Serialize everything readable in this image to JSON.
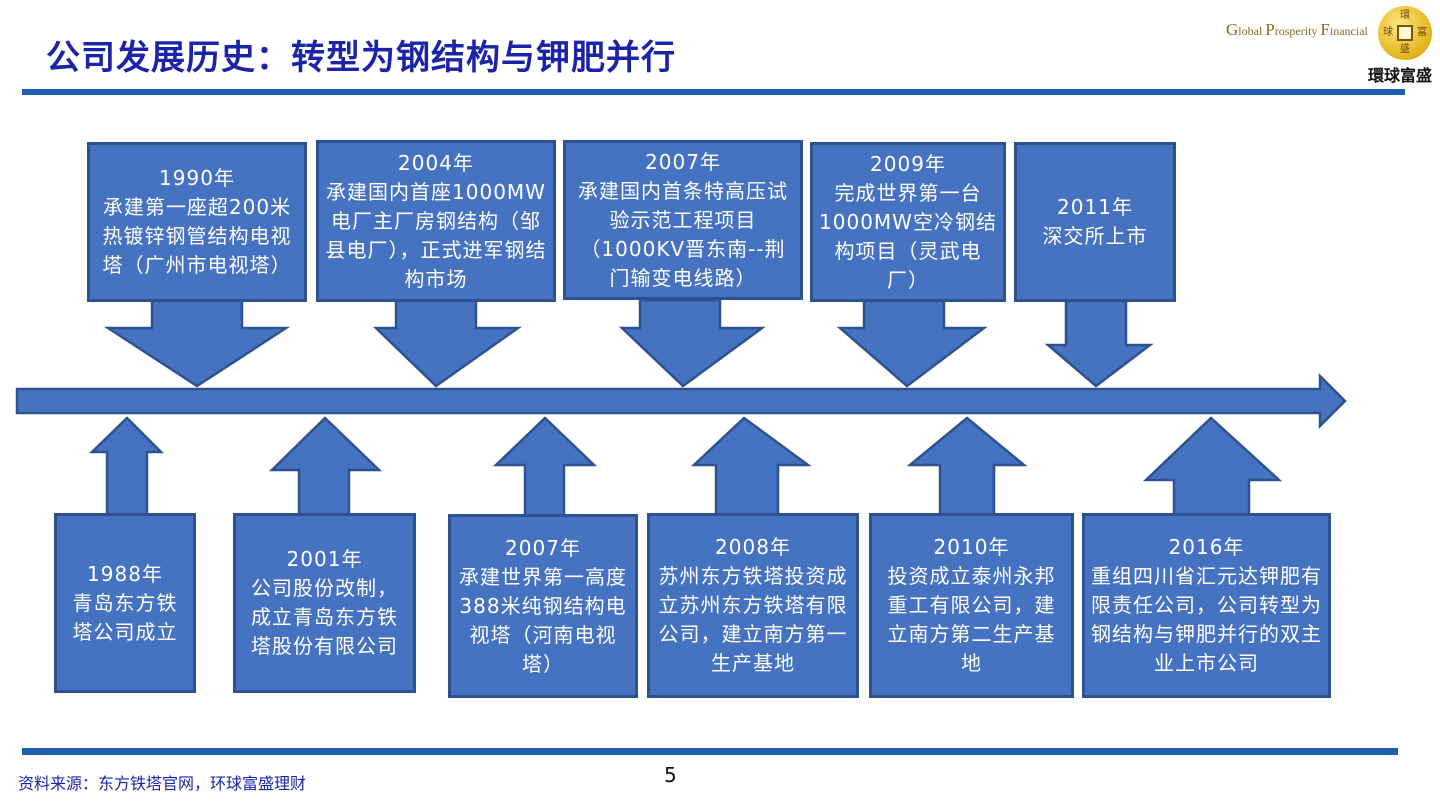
{
  "header": {
    "title": "公司发展历史：转型为钢结构与钾肥并行"
  },
  "logo": {
    "en_g": "G",
    "en_lobal": "lobal ",
    "en_p": "P",
    "en_rosperity": "rosperity ",
    "en_f": "F",
    "en_inancial": "inancial",
    "cn": "環球富盛",
    "coin_chars": [
      "環",
      "富",
      "盛",
      "球"
    ]
  },
  "colors": {
    "box_fill": "#4673c1",
    "box_border": "#2d528f",
    "title": "#1b24a8",
    "rule": "#1f5fb0"
  },
  "events_top": [
    {
      "year": "1990年",
      "text": "承建第一座超200米热镀锌钢管结构电视塔（广州市电视塔）"
    },
    {
      "year": "2004年",
      "text": "承建国内首座1000MW电厂主厂房钢结构（邹县电厂），正式进军钢结构市场"
    },
    {
      "year": "2007年",
      "text": "承建国内首条特高压试验示范工程项目（1000KV晋东南--荆门输变电线路）"
    },
    {
      "year": "2009年",
      "text": "完成世界第一台1000MW空冷钢结构项目（灵武电厂）"
    },
    {
      "year": "2011年",
      "text": "深交所上市"
    }
  ],
  "events_bottom": [
    {
      "year": "1988年",
      "text": "青岛东方铁塔公司成立"
    },
    {
      "year": "2001年",
      "text": "公司股份改制，成立青岛东方铁塔股份有限公司"
    },
    {
      "year": "2007年",
      "text": "承建世界第一高度388米纯钢结构电视塔（河南电视塔）"
    },
    {
      "year": "2008年",
      "text": "苏州东方铁塔投资成立苏州东方铁塔有限公司，建立南方第一生产基地"
    },
    {
      "year": "2010年",
      "text": "投资成立泰州永邦重工有限公司，建立南方第二生产基地"
    },
    {
      "year": "2016年",
      "text": "重组四川省汇元达钾肥有限责任公司，公司转型为钢结构与钾肥并行的双主业上市公司"
    }
  ],
  "footer": {
    "source": "资料来源：东方铁塔官网，环球富盛理财",
    "page": "5"
  }
}
